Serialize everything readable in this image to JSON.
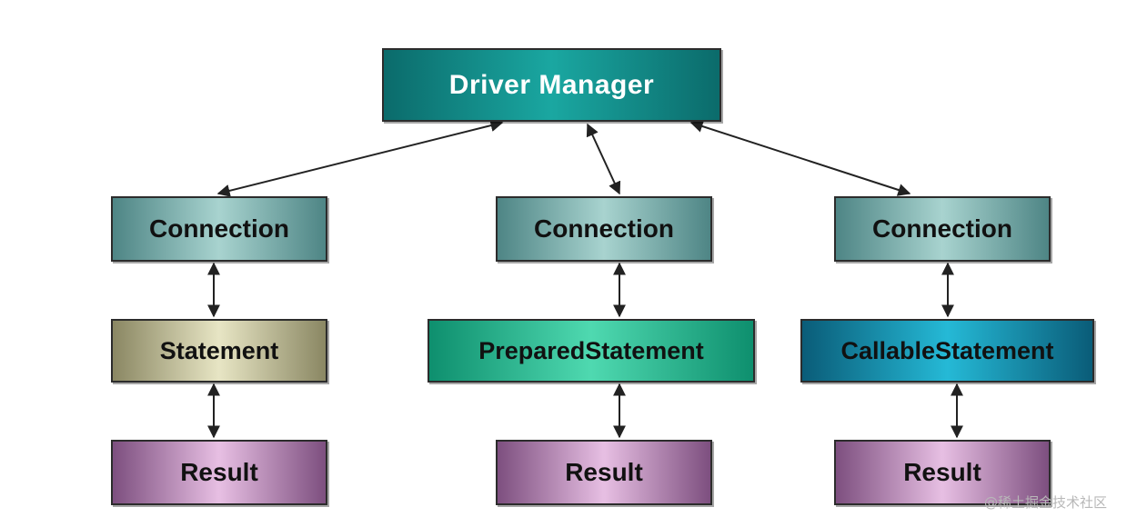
{
  "nodes": {
    "driver_manager": "Driver Manager",
    "connection_1": "Connection",
    "connection_2": "Connection",
    "connection_3": "Connection",
    "statement": "Statement",
    "prepared_statement": "PreparedStatement",
    "callable_statement": "CallableStatement",
    "result_1": "Result",
    "result_2": "Result",
    "result_3": "Result"
  },
  "edges": [
    {
      "from": "driver_manager",
      "to": "connection_1",
      "type": "bidirectional"
    },
    {
      "from": "driver_manager",
      "to": "connection_2",
      "type": "bidirectional"
    },
    {
      "from": "driver_manager",
      "to": "connection_3",
      "type": "bidirectional"
    },
    {
      "from": "connection_1",
      "to": "statement",
      "type": "bidirectional"
    },
    {
      "from": "connection_2",
      "to": "prepared_statement",
      "type": "bidirectional"
    },
    {
      "from": "connection_3",
      "to": "callable_statement",
      "type": "bidirectional"
    },
    {
      "from": "statement",
      "to": "result_1",
      "type": "bidirectional"
    },
    {
      "from": "prepared_statement",
      "to": "result_2",
      "type": "bidirectional"
    },
    {
      "from": "callable_statement",
      "to": "result_3",
      "type": "bidirectional"
    }
  ],
  "watermark": "@稀土掘金技术社区",
  "colors": {
    "driver_manager": "#1aa7a1",
    "connection": "#a8d3cf",
    "statement": "#e7e5c4",
    "prepared_statement": "#4fd9b0",
    "callable_statement": "#25b9d6",
    "result": "#e7bfe3",
    "edge": "#222222"
  }
}
